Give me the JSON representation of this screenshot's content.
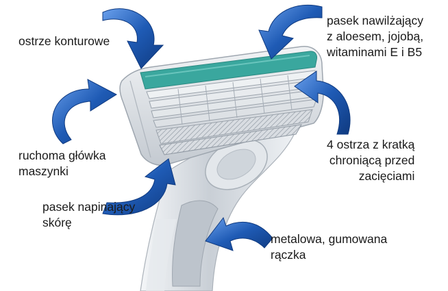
{
  "colors": {
    "arrow": "#1a4fa1",
    "arrow_highlight": "#5b8fe0",
    "lubricating_strip": "#3aa79e",
    "handle_silver": "#d8dde2"
  },
  "labels": {
    "contour_blade": [
      "ostrze konturowe"
    ],
    "moisturizing_strip": [
      "pasek nawilżający",
      "z aloesem, jojobą,",
      "witaminami E i B5"
    ],
    "pivoting_head": [
      "ruchoma główka",
      "maszynki"
    ],
    "blades_with_guard": [
      "4 ostrza z kratką",
      "chroniącą przed",
      "zacięciami"
    ],
    "skin_tensioning_strip": [
      "pasek napinający",
      "skórę"
    ],
    "handle": [
      "metalowa, gumowana",
      "rączka"
    ]
  }
}
